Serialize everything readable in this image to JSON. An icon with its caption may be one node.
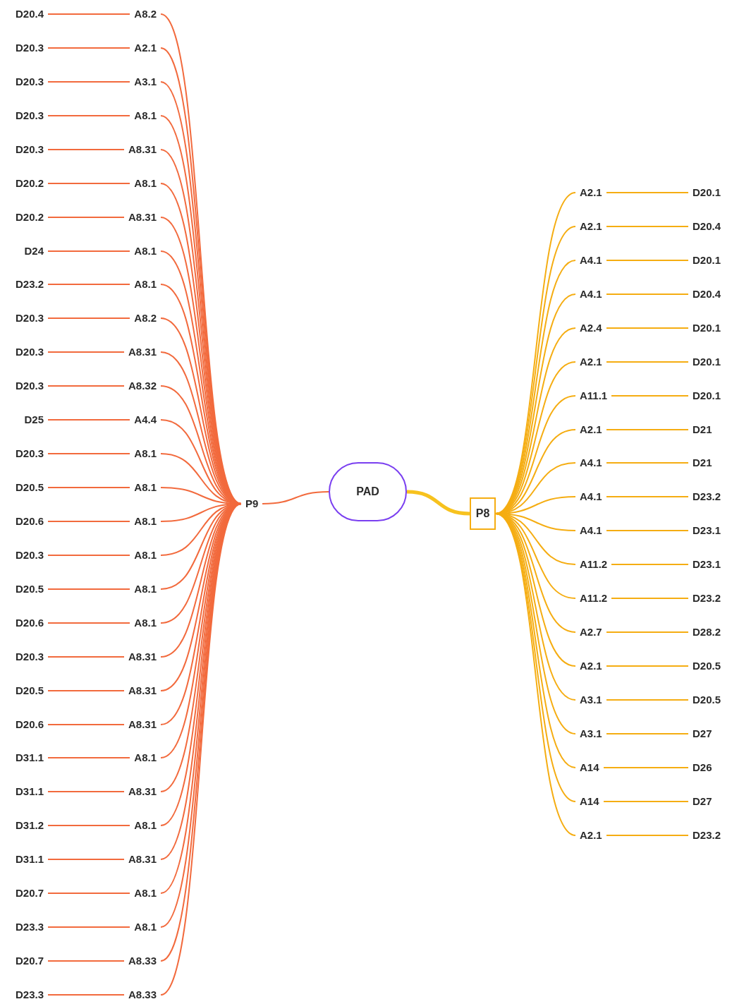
{
  "diagram": {
    "nodes": [
      {
        "text": [
          "PAD"
        ]
      },
      {
        "text": [
          "P9"
        ]
      },
      {
        "text": [
          "P8"
        ]
      },
      {
        "text": [
          "D20.4"
        ]
      },
      {
        "text": [
          "A8.2"
        ]
      },
      {
        "text": [
          "D20.3"
        ]
      },
      {
        "text": [
          "A2.1"
        ]
      },
      {
        "text": [
          "D20.3"
        ]
      },
      {
        "text": [
          "A3.1"
        ]
      },
      {
        "text": [
          "D20.3"
        ]
      },
      {
        "text": [
          "A8.1"
        ]
      },
      {
        "text": [
          "D20.3"
        ]
      },
      {
        "text": [
          "A8.31"
        ]
      },
      {
        "text": [
          "D20.2"
        ]
      },
      {
        "text": [
          "A8.1"
        ]
      },
      {
        "text": [
          "D20.2"
        ]
      },
      {
        "text": [
          "A8.31"
        ]
      },
      {
        "text": [
          "D24"
        ]
      },
      {
        "text": [
          "A8.1"
        ]
      },
      {
        "text": [
          "D23.2"
        ]
      },
      {
        "text": [
          "A8.1"
        ]
      },
      {
        "text": [
          "D20.3"
        ]
      },
      {
        "text": [
          "A8.2"
        ]
      },
      {
        "text": [
          "D20.3"
        ]
      },
      {
        "text": [
          "A8.31"
        ]
      },
      {
        "text": [
          "D20.3"
        ]
      },
      {
        "text": [
          "A8.32"
        ]
      },
      {
        "text": [
          "D25"
        ]
      },
      {
        "text": [
          "A4.4"
        ]
      },
      {
        "text": [
          "D20.3"
        ]
      },
      {
        "text": [
          "A8.1"
        ]
      },
      {
        "text": [
          "D20.5"
        ]
      },
      {
        "text": [
          "A8.1"
        ]
      },
      {
        "text": [
          "D20.6"
        ]
      },
      {
        "text": [
          "A8.1"
        ]
      },
      {
        "text": [
          "D20.3"
        ]
      },
      {
        "text": [
          "A8.1"
        ]
      },
      {
        "text": [
          "D20.5"
        ]
      },
      {
        "text": [
          "A8.1"
        ]
      },
      {
        "text": [
          "D20.6"
        ]
      },
      {
        "text": [
          "A8.1"
        ]
      },
      {
        "text": [
          "D20.3"
        ]
      },
      {
        "text": [
          "A8.31"
        ]
      },
      {
        "text": [
          "D20.5"
        ]
      },
      {
        "text": [
          "A8.31"
        ]
      },
      {
        "text": [
          "D20.6"
        ]
      },
      {
        "text": [
          "A8.31"
        ]
      },
      {
        "text": [
          "D31.1"
        ]
      },
      {
        "text": [
          "A8.1"
        ]
      },
      {
        "text": [
          "D31.1"
        ]
      },
      {
        "text": [
          "A8.31"
        ]
      },
      {
        "text": [
          "D31.2"
        ]
      },
      {
        "text": [
          "A8.1"
        ]
      },
      {
        "text": [
          "D31.1"
        ]
      },
      {
        "text": [
          "A8.31"
        ]
      },
      {
        "text": [
          "D20.7"
        ]
      },
      {
        "text": [
          "A8.1"
        ]
      },
      {
        "text": [
          "D23.3"
        ]
      },
      {
        "text": [
          "A8.1"
        ]
      },
      {
        "text": [
          "D20.7"
        ]
      },
      {
        "text": [
          "A8.33"
        ]
      },
      {
        "text": [
          "D23.3"
        ]
      },
      {
        "text": [
          "A8.33"
        ]
      },
      {
        "text": [
          "A2.1"
        ]
      },
      {
        "text": [
          "D20.1"
        ]
      },
      {
        "text": [
          "A2.1"
        ]
      },
      {
        "text": [
          "D20.4"
        ]
      },
      {
        "text": [
          "A4.1"
        ]
      },
      {
        "text": [
          "D20.1"
        ]
      },
      {
        "text": [
          "A4.1"
        ]
      },
      {
        "text": [
          "D20.4"
        ]
      },
      {
        "text": [
          "A2.4"
        ]
      },
      {
        "text": [
          "D20.1"
        ]
      },
      {
        "text": [
          "A2.1"
        ]
      },
      {
        "text": [
          "D20.1"
        ]
      },
      {
        "text": [
          "A11.1"
        ]
      },
      {
        "text": [
          "D20.1"
        ]
      },
      {
        "text": [
          "A2.1"
        ]
      },
      {
        "text": [
          "D21"
        ]
      },
      {
        "text": [
          "A4.1"
        ]
      },
      {
        "text": [
          "D21"
        ]
      },
      {
        "text": [
          "A4.1"
        ]
      },
      {
        "text": [
          "D23.2"
        ]
      },
      {
        "text": [
          "A4.1"
        ]
      },
      {
        "text": [
          "D23.1"
        ]
      },
      {
        "text": [
          "A11.2"
        ]
      },
      {
        "text": [
          "D23.1"
        ]
      },
      {
        "text": [
          "A11.2"
        ]
      },
      {
        "text": [
          "D23.2"
        ]
      },
      {
        "text": [
          "A2.7"
        ]
      },
      {
        "text": [
          "D28.2"
        ]
      },
      {
        "text": [
          "A2.1"
        ]
      },
      {
        "text": [
          "D20.5"
        ]
      },
      {
        "text": [
          "A3.1"
        ]
      },
      {
        "text": [
          "D20.5"
        ]
      },
      {
        "text": [
          "A3.1"
        ]
      },
      {
        "text": [
          "D27"
        ]
      },
      {
        "text": [
          "A14"
        ]
      },
      {
        "text": [
          "D26"
        ]
      },
      {
        "text": [
          "A14"
        ]
      },
      {
        "text": [
          "D27"
        ]
      },
      {
        "text": [
          "A2.1"
        ]
      },
      {
        "text": [
          "D23.2"
        ]
      }
    ],
    "edges": [
      {
        "from": 0,
        "to": 1,
        "arrow": "none"
      },
      {
        "from": 0,
        "to": 2,
        "arrow": "none",
        "style": "thick",
        "color": "#f7c21e"
      },
      {
        "from": 1,
        "to": 4,
        "arrow": "none"
      },
      {
        "from": 4,
        "to": 3,
        "arrow": "none"
      },
      {
        "from": 1,
        "to": 6,
        "arrow": "none"
      },
      {
        "from": 6,
        "to": 5,
        "arrow": "none"
      },
      {
        "from": 1,
        "to": 8,
        "arrow": "none"
      },
      {
        "from": 8,
        "to": 7,
        "arrow": "none"
      },
      {
        "from": 1,
        "to": 10,
        "arrow": "none"
      },
      {
        "from": 10,
        "to": 9,
        "arrow": "none"
      },
      {
        "from": 1,
        "to": 12,
        "arrow": "none"
      },
      {
        "from": 12,
        "to": 11,
        "arrow": "none"
      },
      {
        "from": 1,
        "to": 14,
        "arrow": "none"
      },
      {
        "from": 14,
        "to": 13,
        "arrow": "none"
      },
      {
        "from": 1,
        "to": 16,
        "arrow": "none"
      },
      {
        "from": 16,
        "to": 15,
        "arrow": "none"
      },
      {
        "from": 1,
        "to": 18,
        "arrow": "none"
      },
      {
        "from": 18,
        "to": 17,
        "arrow": "none"
      },
      {
        "from": 1,
        "to": 20,
        "arrow": "none"
      },
      {
        "from": 20,
        "to": 19,
        "arrow": "none"
      },
      {
        "from": 1,
        "to": 22,
        "arrow": "none"
      },
      {
        "from": 22,
        "to": 21,
        "arrow": "none"
      },
      {
        "from": 1,
        "to": 24,
        "arrow": "none"
      },
      {
        "from": 24,
        "to": 23,
        "arrow": "none"
      },
      {
        "from": 1,
        "to": 26,
        "arrow": "none"
      },
      {
        "from": 26,
        "to": 25,
        "arrow": "none"
      },
      {
        "from": 1,
        "to": 28,
        "arrow": "none"
      },
      {
        "from": 28,
        "to": 27,
        "arrow": "none"
      },
      {
        "from": 1,
        "to": 30,
        "arrow": "none"
      },
      {
        "from": 30,
        "to": 29,
        "arrow": "none"
      },
      {
        "from": 1,
        "to": 32,
        "arrow": "none"
      },
      {
        "from": 32,
        "to": 31,
        "arrow": "none"
      },
      {
        "from": 1,
        "to": 34,
        "arrow": "none"
      },
      {
        "from": 34,
        "to": 33,
        "arrow": "none"
      },
      {
        "from": 1,
        "to": 36,
        "arrow": "none"
      },
      {
        "from": 36,
        "to": 35,
        "arrow": "none"
      },
      {
        "from": 1,
        "to": 38,
        "arrow": "none"
      },
      {
        "from": 38,
        "to": 37,
        "arrow": "none"
      },
      {
        "from": 1,
        "to": 40,
        "arrow": "none"
      },
      {
        "from": 40,
        "to": 39,
        "arrow": "none"
      },
      {
        "from": 1,
        "to": 42,
        "arrow": "none"
      },
      {
        "from": 42,
        "to": 41,
        "arrow": "none"
      },
      {
        "from": 1,
        "to": 44,
        "arrow": "none"
      },
      {
        "from": 44,
        "to": 43,
        "arrow": "none"
      },
      {
        "from": 1,
        "to": 46,
        "arrow": "none"
      },
      {
        "from": 46,
        "to": 45,
        "arrow": "none"
      },
      {
        "from": 1,
        "to": 48,
        "arrow": "none"
      },
      {
        "from": 48,
        "to": 47,
        "arrow": "none"
      },
      {
        "from": 1,
        "to": 50,
        "arrow": "none"
      },
      {
        "from": 50,
        "to": 49,
        "arrow": "none"
      },
      {
        "from": 1,
        "to": 52,
        "arrow": "none"
      },
      {
        "from": 52,
        "to": 51,
        "arrow": "none"
      },
      {
        "from": 1,
        "to": 54,
        "arrow": "none"
      },
      {
        "from": 54,
        "to": 53,
        "arrow": "none"
      },
      {
        "from": 1,
        "to": 56,
        "arrow": "none"
      },
      {
        "from": 56,
        "to": 55,
        "arrow": "none"
      },
      {
        "from": 1,
        "to": 58,
        "arrow": "none"
      },
      {
        "from": 58,
        "to": 57,
        "arrow": "none"
      },
      {
        "from": 1,
        "to": 60,
        "arrow": "none"
      },
      {
        "from": 60,
        "to": 59,
        "arrow": "none"
      },
      {
        "from": 1,
        "to": 62,
        "arrow": "none"
      },
      {
        "from": 62,
        "to": 61,
        "arrow": "none"
      },
      {
        "from": 2,
        "to": 63,
        "arrow": "none",
        "color": "#f5ad12"
      },
      {
        "from": 63,
        "to": 64,
        "arrow": "none",
        "color": "#f5ad12"
      },
      {
        "from": 2,
        "to": 65,
        "arrow": "none",
        "color": "#f5ad12"
      },
      {
        "from": 65,
        "to": 66,
        "arrow": "none",
        "color": "#f5ad12"
      },
      {
        "from": 2,
        "to": 67,
        "arrow": "none",
        "color": "#f5ad12"
      },
      {
        "from": 67,
        "to": 68,
        "arrow": "none",
        "color": "#f5ad12"
      },
      {
        "from": 2,
        "to": 69,
        "arrow": "none",
        "color": "#f5ad12"
      },
      {
        "from": 69,
        "to": 70,
        "arrow": "none",
        "color": "#f5ad12"
      },
      {
        "from": 2,
        "to": 71,
        "arrow": "none",
        "color": "#f5ad12"
      },
      {
        "from": 71,
        "to": 72,
        "arrow": "none",
        "color": "#f5ad12"
      },
      {
        "from": 2,
        "to": 73,
        "arrow": "none",
        "color": "#f5ad12"
      },
      {
        "from": 73,
        "to": 74,
        "arrow": "none",
        "color": "#f5ad12"
      },
      {
        "from": 2,
        "to": 75,
        "arrow": "none",
        "color": "#f5ad12"
      },
      {
        "from": 75,
        "to": 76,
        "arrow": "none",
        "color": "#f5ad12"
      },
      {
        "from": 2,
        "to": 77,
        "arrow": "none",
        "color": "#f5ad12"
      },
      {
        "from": 77,
        "to": 78,
        "arrow": "none",
        "color": "#f5ad12"
      },
      {
        "from": 2,
        "to": 79,
        "arrow": "none",
        "color": "#f5ad12"
      },
      {
        "from": 79,
        "to": 80,
        "arrow": "none",
        "color": "#f5ad12"
      },
      {
        "from": 2,
        "to": 81,
        "arrow": "none",
        "color": "#f5ad12"
      },
      {
        "from": 81,
        "to": 82,
        "arrow": "none",
        "color": "#f5ad12"
      },
      {
        "from": 2,
        "to": 83,
        "arrow": "none",
        "color": "#f5ad12"
      },
      {
        "from": 83,
        "to": 84,
        "arrow": "none",
        "color": "#f5ad12"
      },
      {
        "from": 2,
        "to": 85,
        "arrow": "none",
        "color": "#f5ad12"
      },
      {
        "from": 85,
        "to": 86,
        "arrow": "none",
        "color": "#f5ad12"
      },
      {
        "from": 2,
        "to": 87,
        "arrow": "none",
        "color": "#f5ad12"
      },
      {
        "from": 87,
        "to": 88,
        "arrow": "none",
        "color": "#f5ad12"
      },
      {
        "from": 2,
        "to": 89,
        "arrow": "none",
        "color": "#f5ad12"
      },
      {
        "from": 89,
        "to": 90,
        "arrow": "none",
        "color": "#f5ad12"
      },
      {
        "from": 2,
        "to": 91,
        "arrow": "none",
        "color": "#f5ad12"
      },
      {
        "from": 91,
        "to": 92,
        "arrow": "none",
        "color": "#f5ad12"
      },
      {
        "from": 2,
        "to": 93,
        "arrow": "none",
        "color": "#f5ad12"
      },
      {
        "from": 93,
        "to": 94,
        "arrow": "none",
        "color": "#f5ad12"
      },
      {
        "from": 2,
        "to": 95,
        "arrow": "none",
        "color": "#f5ad12"
      },
      {
        "from": 95,
        "to": 96,
        "arrow": "none",
        "color": "#f5ad12"
      },
      {
        "from": 2,
        "to": 97,
        "arrow": "none",
        "color": "#f5ad12"
      },
      {
        "from": 97,
        "to": 98,
        "arrow": "none",
        "color": "#f5ad12"
      },
      {
        "from": 2,
        "to": 99,
        "arrow": "none",
        "color": "#f5ad12"
      },
      {
        "from": 99,
        "to": 100,
        "arrow": "none",
        "color": "#f5ad12"
      },
      {
        "from": 2,
        "to": 101,
        "arrow": "none",
        "color": "#f5ad12"
      },
      {
        "from": 101,
        "to": 102,
        "arrow": "none",
        "color": "#f5ad12"
      }
    ]
  }
}
